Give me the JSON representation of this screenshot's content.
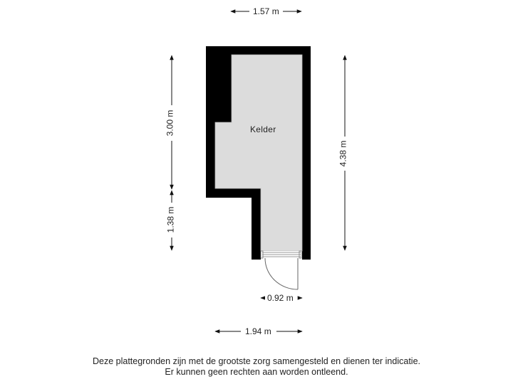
{
  "floorplan": {
    "room": {
      "name": "Kelder",
      "fill": "#dcdcdc"
    },
    "wall_color": "#000000",
    "dimensions": {
      "top_width": "1.57 m",
      "left_upper_height": "3.00 m",
      "left_lower_height": "1.38 m",
      "right_total_height": "4.38 m",
      "door_width": "0.92 m",
      "bottom_width": "1.94 m"
    }
  },
  "disclaimer": {
    "line1": "Deze plattegronden zijn met de grootste zorg samengesteld en dienen ter indicatie.",
    "line2": "Er kunnen geen rechten aan worden ontleend."
  }
}
